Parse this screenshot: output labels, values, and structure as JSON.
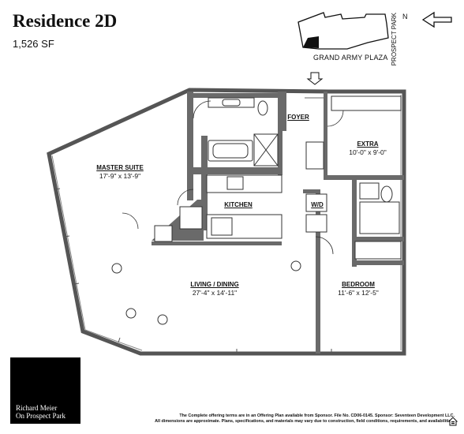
{
  "header": {
    "title": "Residence 2D",
    "area": "1,526 SF"
  },
  "keyplan": {
    "label": "GRAND ARMY PLAZA",
    "park": "PROSPECT PARK",
    "north": "N"
  },
  "rooms": {
    "master": {
      "name": "MASTER SUITE",
      "dims": "17'-9\" x 13'-9\""
    },
    "foyer": {
      "name": "FOYER"
    },
    "extra": {
      "name": "EXTRA",
      "dims": "10'-0\" x 9'-0\""
    },
    "kitchen": {
      "name": "KITCHEN"
    },
    "wd": {
      "name": "W/D"
    },
    "living": {
      "name": "LIVING / DINING",
      "dims": "27'-4\" x 14'-11\""
    },
    "bedroom": {
      "name": "BEDROOM",
      "dims": "11'-6\" x 12'-5\""
    }
  },
  "logo": {
    "line1": "Richard Meier",
    "line2": "On Prospect Park"
  },
  "footer": {
    "line1": "The Complete offering terms are in an Offering Plan available from Sponsor. File No. CD06-0145. Sponsor: Seventeen Development LLC.",
    "line2": "All dimensions are approximate. Plans, specifications, and materials may vary due to construction, field conditions, requirements, and availabilities."
  },
  "colors": {
    "wall": "#666666",
    "wall_dark": "#4a4a4a",
    "fixture": "#ffffff",
    "text": "#111111"
  }
}
